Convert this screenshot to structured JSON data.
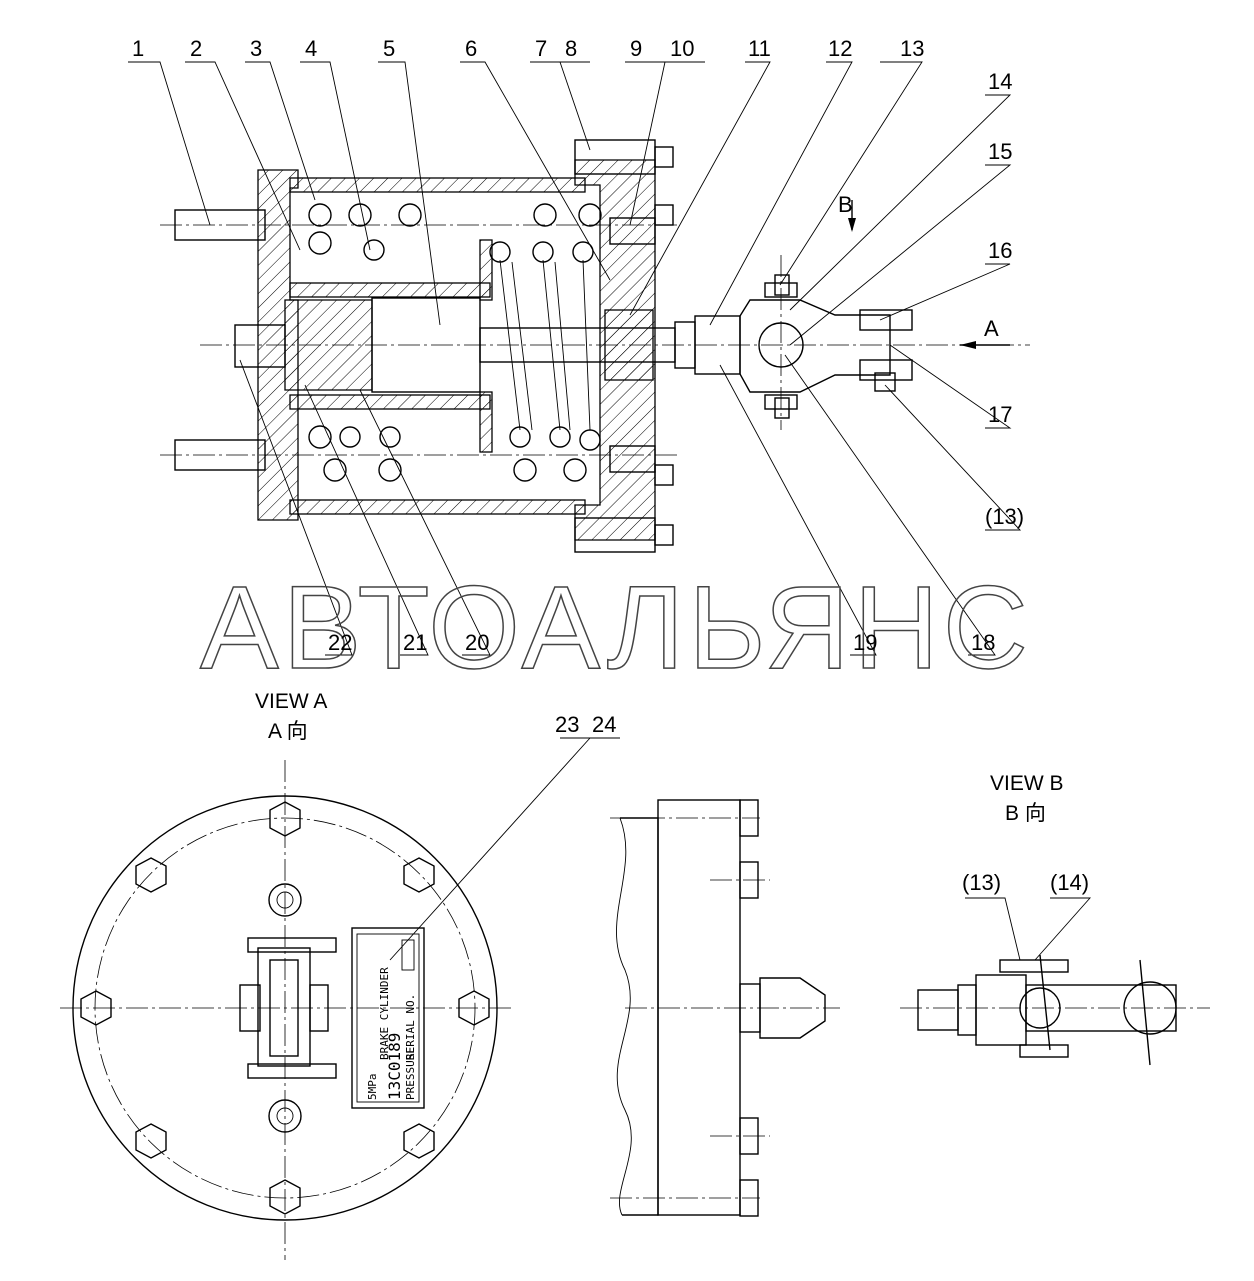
{
  "watermark": "АВТОАЛЬЯНС",
  "views": {
    "view_a_en": "VIEW A",
    "view_a_cn": "A 向",
    "view_b_en": "VIEW B",
    "view_b_cn": "B 向"
  },
  "arrows": {
    "a": "A",
    "b": "B"
  },
  "callouts_top": [
    "1",
    "2",
    "3",
    "4",
    "5",
    "6",
    "7",
    "8",
    "9",
    "10",
    "11",
    "12",
    "13",
    "14",
    "15",
    "16",
    "17",
    "(13)"
  ],
  "callouts_bottom": [
    "22",
    "21",
    "20",
    "19",
    "18"
  ],
  "callouts_view_a": [
    "23",
    "24"
  ],
  "callouts_view_b": [
    "(13)",
    "(14)"
  ],
  "nameplate": {
    "code": "13C0189",
    "line1": "BRAKE CYLINDER",
    "line2": "SERIAL NO.",
    "line3": "5MPa",
    "line4": "PRESSURE"
  },
  "colors": {
    "ink": "#000000",
    "paper": "#ffffff",
    "watermark": "#444444"
  }
}
